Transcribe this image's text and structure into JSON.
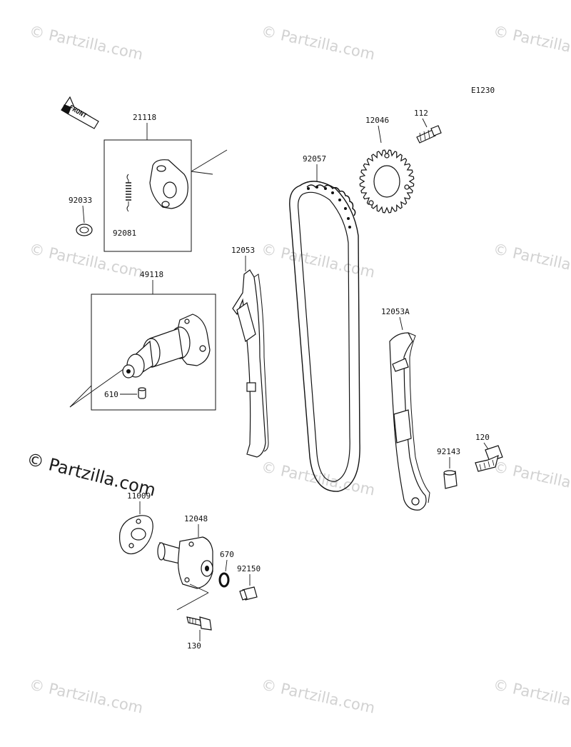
{
  "diagram_code": "E1230",
  "front_arrow_label": "FRONT",
  "watermark_text": "© Partzilla.com",
  "parts": {
    "p21118": "21118",
    "p92033": "92033",
    "p92081": "92081",
    "p49118": "49118",
    "p610": "610",
    "p92057": "92057",
    "p12046": "12046",
    "p112": "112",
    "p12053": "12053",
    "p12053A": "12053A",
    "p92143": "92143",
    "p120": "120",
    "p11009": "11009",
    "p12048": "12048",
    "p670": "670",
    "p92150": "92150",
    "p130": "130"
  },
  "colors": {
    "line": "#111111",
    "watermark": "#d2d2d2",
    "background": "#ffffff"
  }
}
